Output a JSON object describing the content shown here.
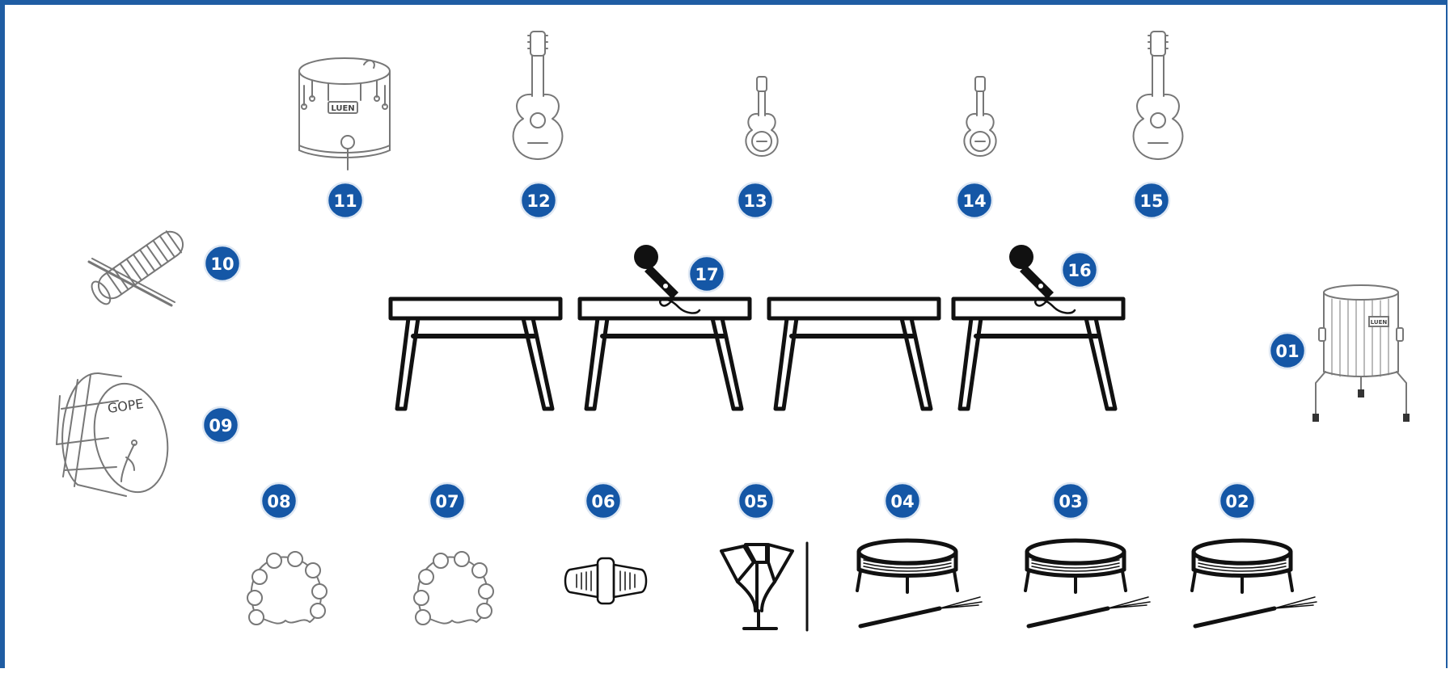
{
  "badges": [
    {
      "id": "01",
      "label": "01"
    },
    {
      "id": "02",
      "label": "02"
    },
    {
      "id": "03",
      "label": "03"
    },
    {
      "id": "04",
      "label": "04"
    },
    {
      "id": "05",
      "label": "05"
    },
    {
      "id": "06",
      "label": "06"
    },
    {
      "id": "07",
      "label": "07"
    },
    {
      "id": "08",
      "label": "08"
    },
    {
      "id": "09",
      "label": "09"
    },
    {
      "id": "10",
      "label": "10"
    },
    {
      "id": "11",
      "label": "11"
    },
    {
      "id": "12",
      "label": "12"
    },
    {
      "id": "13",
      "label": "13"
    },
    {
      "id": "14",
      "label": "14"
    },
    {
      "id": "15",
      "label": "15"
    },
    {
      "id": "16",
      "label": "16"
    },
    {
      "id": "17",
      "label": "17"
    }
  ],
  "drum_brand_11": "LUEN",
  "drum_brand_01": "LUEN",
  "drum_brand_09": "GOPE",
  "colors": {
    "border": "#1f5da3",
    "badge_fill": "#1557a6",
    "badge_text": "#ffffff",
    "instrument_stroke": "#777777",
    "furniture_stroke": "#111111"
  }
}
